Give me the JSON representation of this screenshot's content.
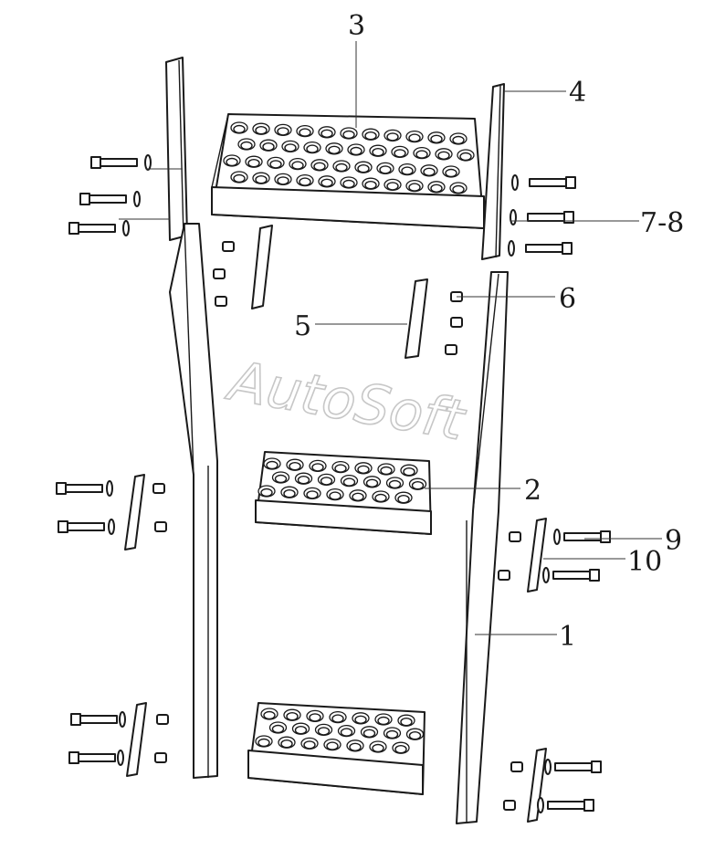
{
  "diagram": {
    "watermark": "AutoSoft",
    "callouts": {
      "c1": "1",
      "c2": "2",
      "c3": "3",
      "c4": "4",
      "c5": "5",
      "c6": "6",
      "c78": "7-8",
      "c9": "9",
      "c10": "10"
    }
  }
}
